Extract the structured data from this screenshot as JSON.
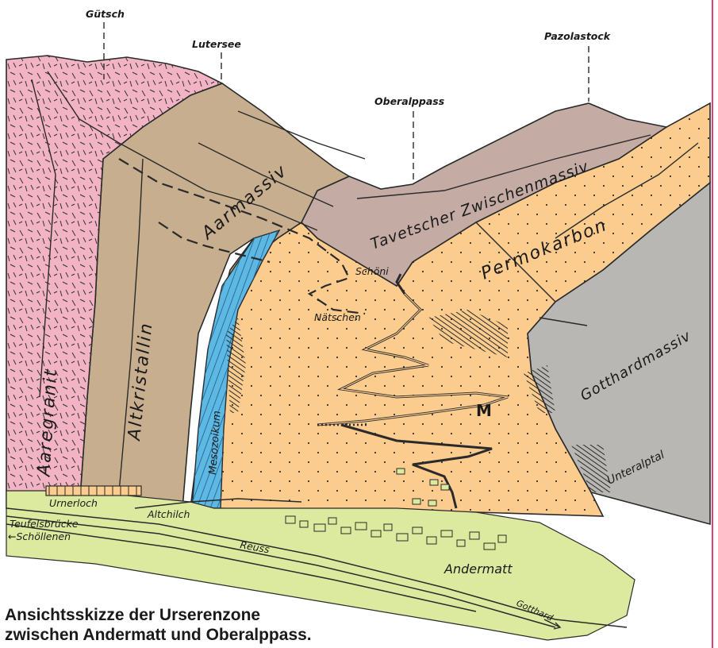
{
  "caption": {
    "line1": "Ansichtsskizze der Urserenzone",
    "line2": "zwischen Andermatt und Oberalppass."
  },
  "peaks": {
    "guetsch": "Gütsch",
    "lutersee": "Lutersee",
    "oberalppass": "Oberalppass",
    "pazolastock": "Pazolastock"
  },
  "units": {
    "aaregranit": "Aaregranit",
    "altkristallin": "Altkristallin",
    "aarmassiv": "Aarmassiv",
    "mesozoikum": "Mesozoikum",
    "tavetscher": "Tavetscher Zwischenmassiv",
    "permokarbon": "Permokarbon",
    "gotthardmassiv": "Gotthardmassiv"
  },
  "places": {
    "schoeni": "Schöni",
    "naetschen": "Nätschen",
    "marker_m": "M",
    "unteralptal": "Unteralptal",
    "urnerloch": "Urnerloch",
    "altchilch": "Altchilch",
    "teufelsbruecke": "Teufelsbrücke",
    "schoellenen": "←Schöllenen",
    "reuss": "Reuss",
    "andermatt": "Andermatt",
    "gotthard": "Gotthard"
  },
  "colors": {
    "aaregranit": "#f2b3c4",
    "altkristallin": "#c7ae8e",
    "mesozoikum": "#5db8e4",
    "tavetscher": "#c4aba4",
    "permokarbon": "#fbcc8e",
    "gotthardmassiv": "#b9b7b3",
    "valley": "#dcea9f",
    "linework": "#2a2a2a",
    "accent_rule": "#e0407a"
  }
}
